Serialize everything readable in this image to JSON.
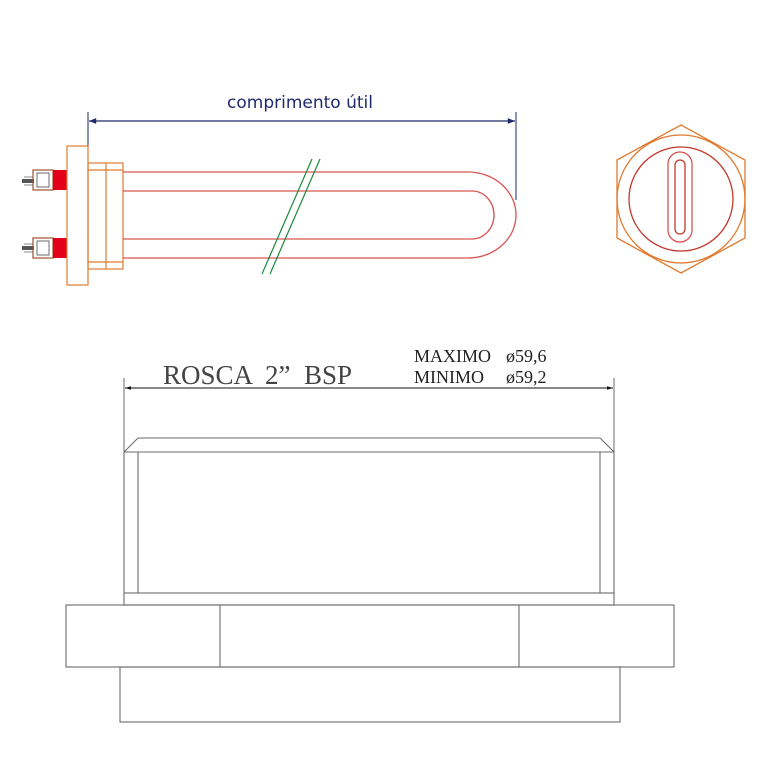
{
  "heater_view": {
    "dimension_label": "comprimento útil"
  },
  "thread_view": {
    "thread_label": "ROSCA  2”  BSP",
    "max_label": "MAXIMO",
    "max_value": "ø59,6",
    "min_label": "MINIMO",
    "min_value": "ø59,2"
  },
  "colors": {
    "element": "#d9534f",
    "flange": "#e07a2e",
    "terminal_red": "#e3001b",
    "dimension": "#1f2a6b",
    "break_line": "#1b8a3a",
    "outline": "#6b6b6b"
  }
}
